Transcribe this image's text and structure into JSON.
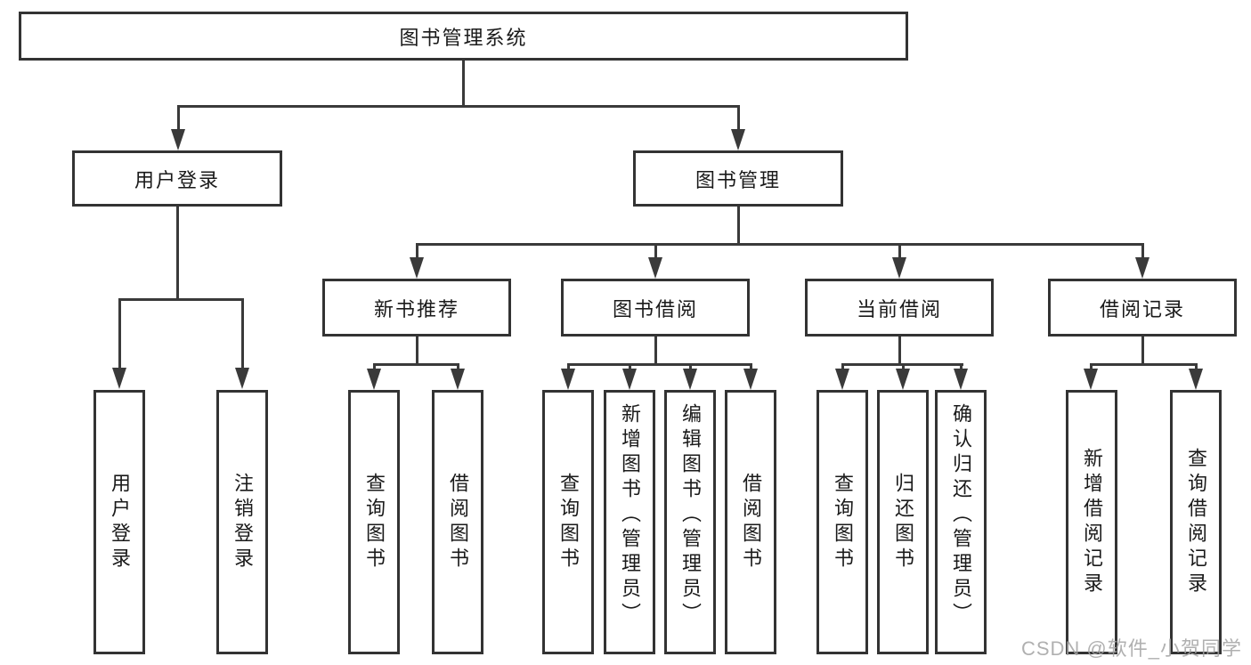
{
  "colors": {
    "line": "#3a3a3a",
    "box_border": "#333333",
    "background": "#ffffff",
    "text": "#1a1a1a",
    "watermark": "#a3a3a3"
  },
  "watermark": {
    "text": "CSDN @软件_小贺同学"
  },
  "tree": {
    "label": "图书管理系统",
    "children": [
      {
        "label": "用户登录",
        "children": [
          {
            "label": "用户登录"
          },
          {
            "label": "注销登录"
          }
        ]
      },
      {
        "label": "图书管理",
        "children": [
          {
            "label": "新书推荐",
            "children": [
              {
                "label": "查询图书"
              },
              {
                "label": "借阅图书"
              }
            ]
          },
          {
            "label": "图书借阅",
            "children": [
              {
                "label": "查询图书"
              },
              {
                "label": "新增图书（管理员）"
              },
              {
                "label": "编辑图书（管理员）"
              },
              {
                "label": "借阅图书"
              }
            ]
          },
          {
            "label": "当前借阅",
            "children": [
              {
                "label": "查询图书"
              },
              {
                "label": "归还图书"
              },
              {
                "label": "确认归还（管理员）"
              }
            ]
          },
          {
            "label": "借阅记录",
            "children": [
              {
                "label": "新增借阅记录"
              },
              {
                "label": "查询借阅记录"
              }
            ]
          }
        ]
      }
    ]
  }
}
